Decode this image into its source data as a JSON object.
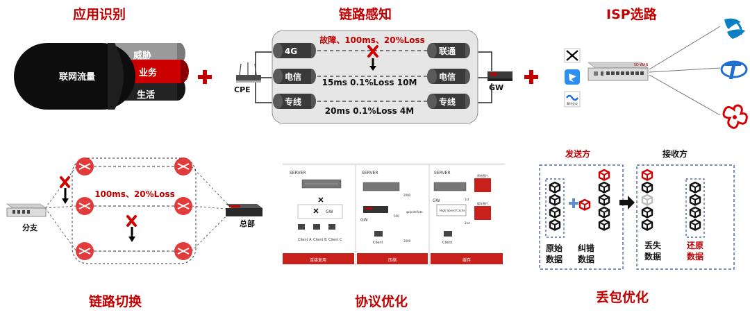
{
  "colors": {
    "red": "#c00000",
    "dark": "#222222",
    "grey_panel": "#e6e6e6",
    "blue": "#1a6fd6"
  },
  "titles": {
    "app_id": "应用识别",
    "link_sense": "链路感知",
    "isp": "ISP选路",
    "link_switch": "链路切换",
    "protocol": "协议优化",
    "loss": "丢包优化"
  },
  "app_id": {
    "main": "联网流量",
    "threat": "威胁",
    "business": "业务",
    "life": "生活"
  },
  "link_sense": {
    "cpe": "CPE",
    "gw": "GW",
    "left_nodes": [
      "4G",
      "电信",
      "专线"
    ],
    "right_nodes": [
      "联通",
      "电信",
      "专线"
    ],
    "line_labels": [
      "故障、100ms、20%Loss",
      "15ms 0.1%Loss 10M",
      "20ms 0.1%Loss 4M"
    ]
  },
  "isp": {
    "device_badge": "SD-WAN",
    "meeting_app": "腾讯会议"
  },
  "link_switch": {
    "branch": "分支",
    "hq": "总部",
    "loss_label": "100ms、20%Loss"
  },
  "protocol": {
    "panels": [
      {
        "server": "SERVER",
        "gw": "GW",
        "clients": [
          "Client A",
          "Client B",
          "Client C"
        ],
        "caption": "连接复用"
      },
      {
        "server": "SERVER",
        "gw": "GW",
        "tags": [
          "2000",
          "gzip/deflate",
          "500",
          "2000"
        ],
        "client": "Client",
        "caption": "压缩"
      },
      {
        "server": "SERVER",
        "gw": "GW",
        "cache": "High Speed Cache",
        "labels": [
          "1st",
          "2nd",
          "原始图片",
          "缓存图片"
        ],
        "client": "Client",
        "caption": "缓存"
      }
    ]
  },
  "loss": {
    "sender": "发送方",
    "receiver": "接收方",
    "labels": {
      "orig1": "原始",
      "orig2": "数据",
      "fec1": "纠错",
      "fec2": "数据",
      "lost1": "丢失",
      "lost2": "数据",
      "restore1": "还原",
      "restore2": "数据"
    }
  }
}
